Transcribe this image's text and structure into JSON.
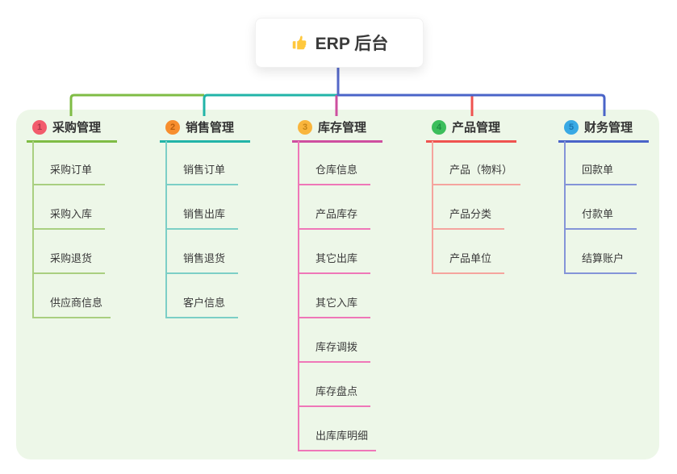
{
  "root": {
    "title": "ERP 后台",
    "icon": "thumbs-up-icon"
  },
  "colors": {
    "panel_bg": "#EDF7E8",
    "spine_blue": "#5468C8",
    "root_text": "#3A3A3A",
    "thumb_yellow": "#FFC83D"
  },
  "branches": [
    {
      "badge": "1",
      "title": "采购管理",
      "color": "#7FBC45",
      "light": "#A9CF80",
      "badge_bg": "#F25B6C",
      "badge_fg": "#AE3448",
      "children": [
        "采购订单",
        "采购入库",
        "采购退货",
        "供应商信息"
      ]
    },
    {
      "badge": "2",
      "title": "销售管理",
      "color": "#22B4A8",
      "light": "#7CCFC6",
      "badge_bg": "#F78E2E",
      "badge_fg": "#BA5F0E",
      "children": [
        "销售订单",
        "销售出库",
        "销售退货",
        "客户信息"
      ]
    },
    {
      "badge": "3",
      "title": "库存管理",
      "color": "#CE4F9F",
      "light": "#EF77B8",
      "badge_bg": "#F9B53C",
      "badge_fg": "#C58417",
      "children": [
        "仓库信息",
        "产品库存",
        "其它出库",
        "其它入库",
        "库存调拨",
        "库存盘点",
        "出库库明细"
      ]
    },
    {
      "badge": "4",
      "title": "产品管理",
      "color": "#EF5350",
      "light": "#F5A49E",
      "badge_bg": "#3CBE5C",
      "badge_fg": "#1D8F42",
      "children": [
        "产品（物料）",
        "产品分类",
        "产品单位"
      ]
    },
    {
      "badge": "5",
      "title": "财务管理",
      "color": "#4A64C8",
      "light": "#8494D8",
      "badge_bg": "#38A9E4",
      "badge_fg": "#1878B4",
      "children": [
        "回款单",
        "付款单",
        "结算账户"
      ]
    }
  ]
}
